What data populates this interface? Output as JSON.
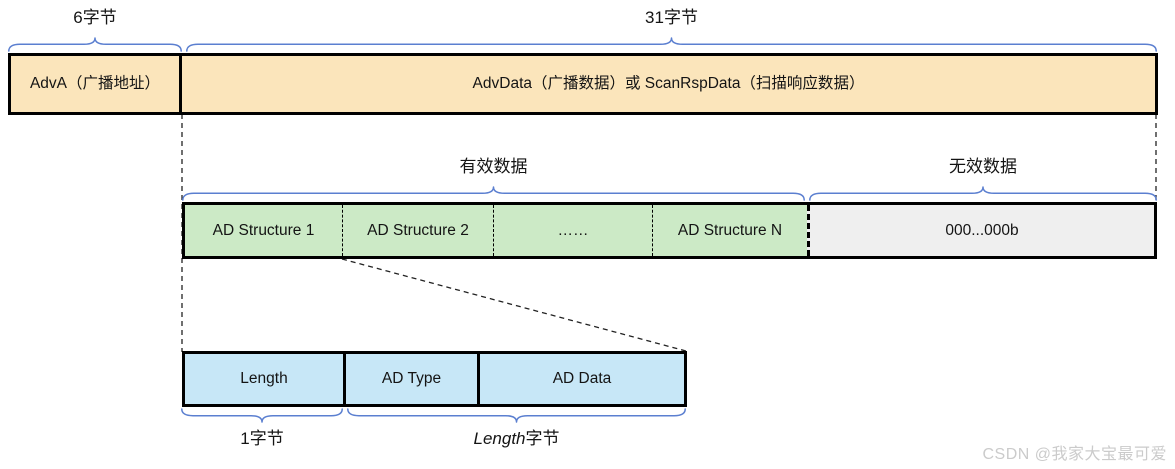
{
  "top_row": {
    "adva": "AdvA（广播地址）",
    "advdata": "AdvData（广播数据）或 ScanRspData（扫描响应数据）"
  },
  "annotations": {
    "adva_bytes": "6字节",
    "advdata_bytes": "31字节",
    "valid_data": "有效数据",
    "invalid_data": "无效数据",
    "one_byte": "1字节",
    "length_byte_italic": "Length",
    "length_byte_suffix": "字节"
  },
  "ad_row": {
    "cells": [
      "AD Structure 1",
      "AD Structure 2",
      "……",
      "AD Structure N"
    ],
    "padding": "000...000b"
  },
  "detail_row": {
    "cells": [
      "Length",
      "AD Type",
      "AD Data"
    ]
  },
  "colors": {
    "adv_fill": "#FBE5BB",
    "ad_fill": "#CCEAC6",
    "padding_fill": "#EFEFEF",
    "structure_fill": "#C7E7F7",
    "brace_color": "#5B7FD0",
    "watermark_color": "#CBCBCB"
  },
  "watermark": "CSDN @我家大宝最可爱"
}
